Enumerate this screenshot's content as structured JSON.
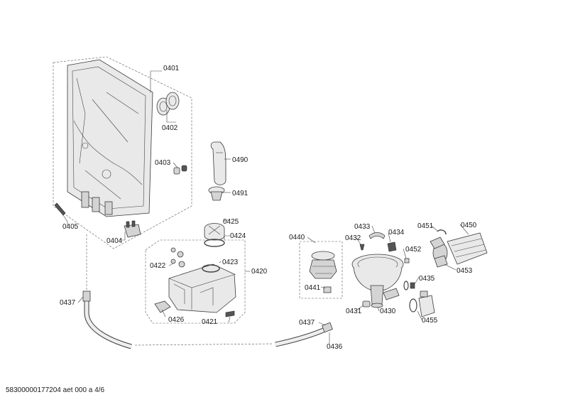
{
  "footer": "58300000177204 aet 000 a 4/6",
  "parts": {
    "p0401": "0401",
    "p0402": "0402",
    "p0403": "0403",
    "p0404": "0404",
    "p0405": "0405",
    "p0490": "0490",
    "p0491": "0491",
    "p0425": "0425",
    "p0424": "0424",
    "p0422": "0422",
    "p0423": "0423",
    "p0420": "0420",
    "p0426": "0426",
    "p0421": "0421",
    "p0437a": "0437",
    "p0437b": "0437",
    "p0436": "0436",
    "p0440": "0440",
    "p0441": "0441",
    "p0433": "0433",
    "p0434": "0434",
    "p0432": "0432",
    "p0452": "0452",
    "p0431": "0431",
    "p0430": "0430",
    "p0451": "0451",
    "p0450": "0450",
    "p0453": "0453",
    "p0435": "0435",
    "p0455": "0455"
  }
}
